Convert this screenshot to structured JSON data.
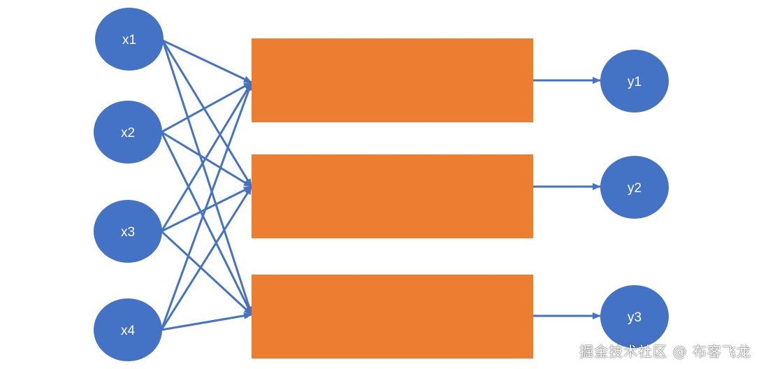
{
  "colors": {
    "node_fill": "#4472c4",
    "box_fill": "#ed7d31",
    "edge": "#4472c4",
    "label": "#ffffff"
  },
  "inputs": [
    "x1",
    "x2",
    "x3",
    "x4"
  ],
  "outputs": [
    "y1",
    "y2",
    "y3"
  ],
  "hidden_boxes": [
    "",
    "",
    ""
  ],
  "watermark": "掘金技术社区 @ 布客飞龙"
}
